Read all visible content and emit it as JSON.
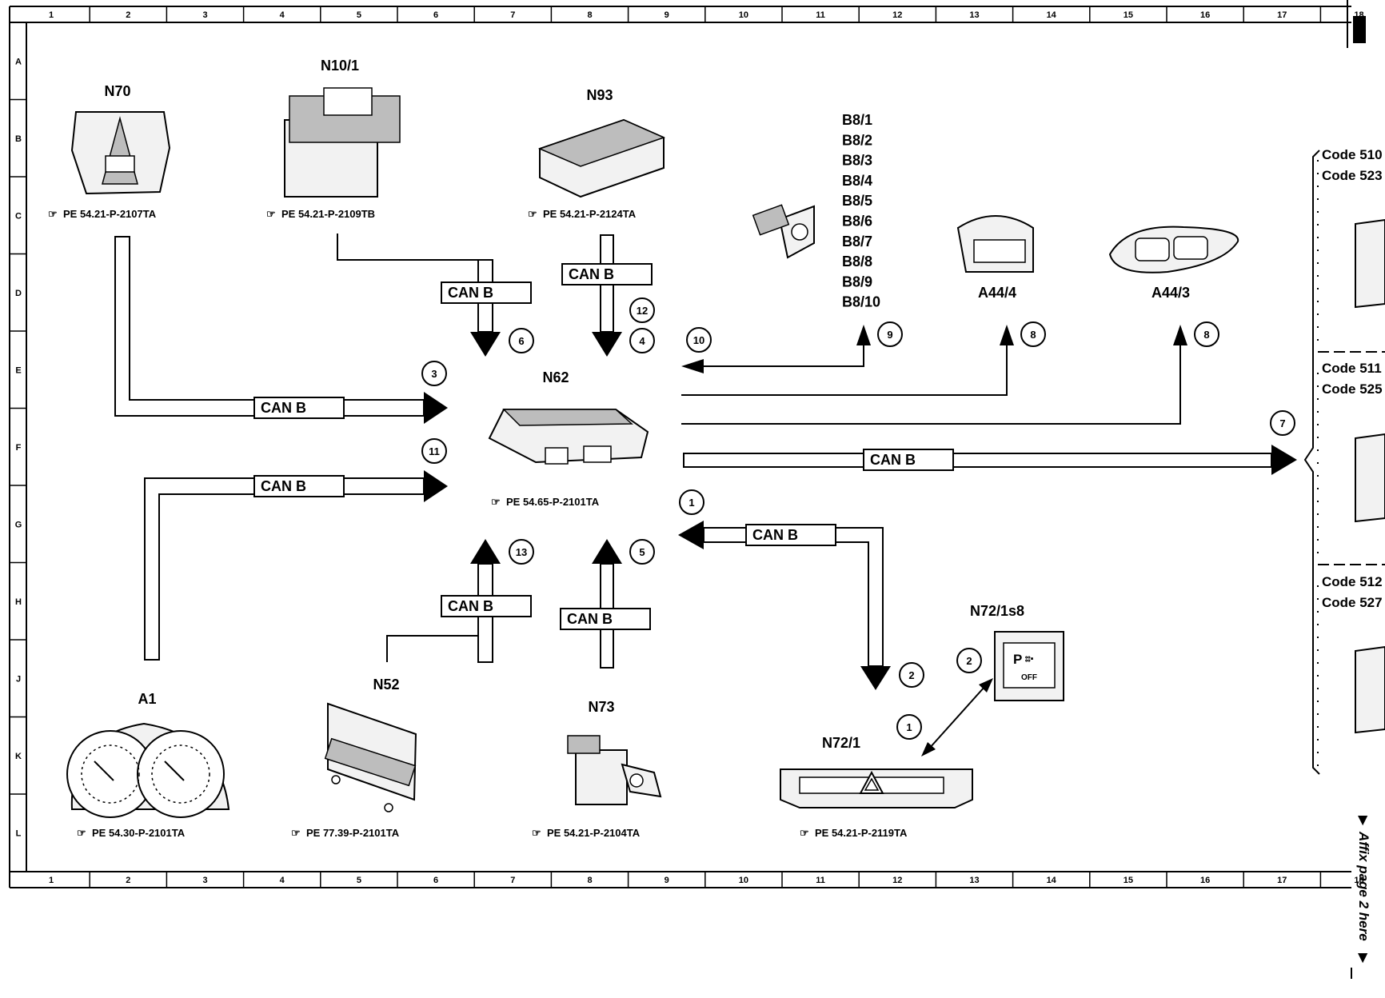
{
  "grid": {
    "columns": [
      "1",
      "2",
      "3",
      "4",
      "5",
      "6",
      "7",
      "8",
      "9",
      "10",
      "11",
      "12",
      "13",
      "14",
      "15",
      "16",
      "17",
      "18"
    ],
    "rows": [
      "A",
      "B",
      "C",
      "D",
      "E",
      "F",
      "G",
      "H",
      "J",
      "K",
      "L"
    ]
  },
  "components": {
    "n70": {
      "label": "N70",
      "ref": "PE 54.21-P-2107TA"
    },
    "n10_1": {
      "label": "N10/1",
      "ref": "PE 54.21-P-2109TB"
    },
    "n93": {
      "label": "N93",
      "ref": "PE 54.21-P-2124TA"
    },
    "n62": {
      "label": "N62",
      "ref": "PE 54.65-P-2101TA"
    },
    "a1": {
      "label": "A1",
      "ref": "PE 54.30-P-2101TA"
    },
    "n52": {
      "label": "N52",
      "ref": "PE 77.39-P-2101TA"
    },
    "n73": {
      "label": "N73",
      "ref": "PE 54.21-P-2104TA"
    },
    "n72_1": {
      "label": "N72/1",
      "ref": "PE 54.21-P-2119TA"
    },
    "n72_1s8": {
      "label": "N72/1s8",
      "switch_text": "OFF"
    },
    "a44_4": {
      "label": "A44/4"
    },
    "a44_3": {
      "label": "A44/3"
    },
    "sensors": [
      "B8/1",
      "B8/2",
      "B8/3",
      "B8/4",
      "B8/5",
      "B8/6",
      "B8/7",
      "B8/8",
      "B8/9",
      "B8/10"
    ]
  },
  "bus_label": "CAN B",
  "signal_numbers": {
    "s1": "1",
    "s2": "2",
    "s3": "3",
    "s4": "4",
    "s5": "5",
    "s6": "6",
    "s7": "7",
    "s8": "8",
    "s9": "9",
    "s10": "10",
    "s11": "11",
    "s12": "12",
    "s13": "13"
  },
  "codes": [
    "Code 510",
    "Code 523",
    "Code 511",
    "Code 525",
    "Code 512",
    "Code 527"
  ],
  "affix_note": "Affix page 2 here"
}
